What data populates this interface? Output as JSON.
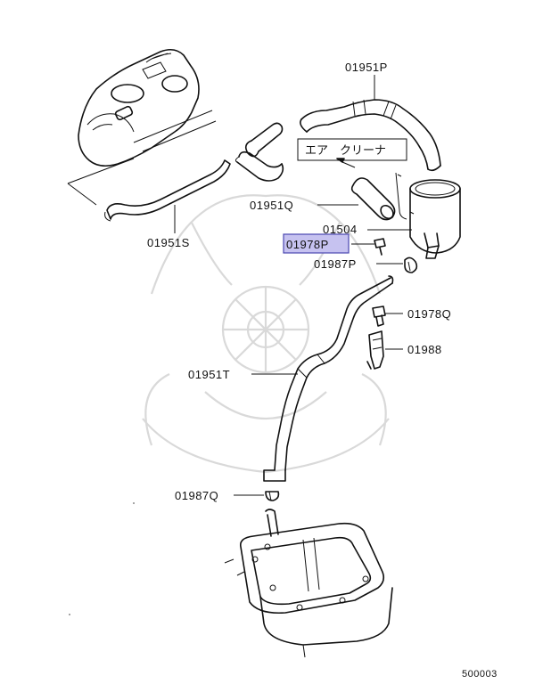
{
  "labels": {
    "hose_top": "01951P",
    "air_cleaner": "エア　クリーナ",
    "hose_q": "01951Q",
    "separator": "01504",
    "bolt_highlighted": "01978P",
    "clamp_p": "01987P",
    "hose_s": "01951S",
    "bolt_q": "01978Q",
    "bracket": "01988",
    "tube_t": "01951T",
    "clamp_q": "01987Q",
    "diagram_code": "500003"
  },
  "colors": {
    "highlight": "#c6c2f0",
    "highlight_border": "#4a46b0"
  }
}
